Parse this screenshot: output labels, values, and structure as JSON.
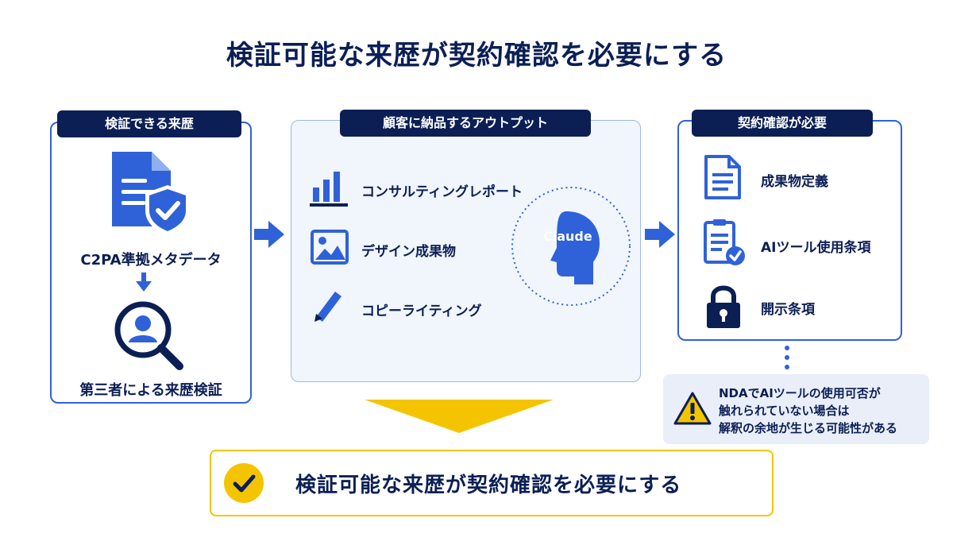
{
  "title": "検証可能な来歴が契約確認を必要にする",
  "left_panel": {
    "header": "検証できる来歴",
    "item1": "C2PA準拠メタデータ",
    "item2": "第三者による来歴検証"
  },
  "middle_panel": {
    "header": "顧客に納品するアウトプット",
    "items": [
      "コンサルティングレポート",
      "デザイン成果物",
      "コピーライティング"
    ],
    "badge": "Claude"
  },
  "right_panel": {
    "header": "契約確認が必要",
    "items": [
      "成果物定義",
      "AIツール使用条項",
      "開示条項"
    ]
  },
  "note": {
    "lines": [
      "NDAでAIツールの使用可否が",
      "触れられていない場合は",
      "解釈の余地が生じる可能性がある"
    ]
  },
  "result": "検証可能な来歴が契約確認を必要にする",
  "colors": {
    "navy": "#0b1f55",
    "blue": "#2f62d8",
    "yellow": "#f5c400"
  }
}
